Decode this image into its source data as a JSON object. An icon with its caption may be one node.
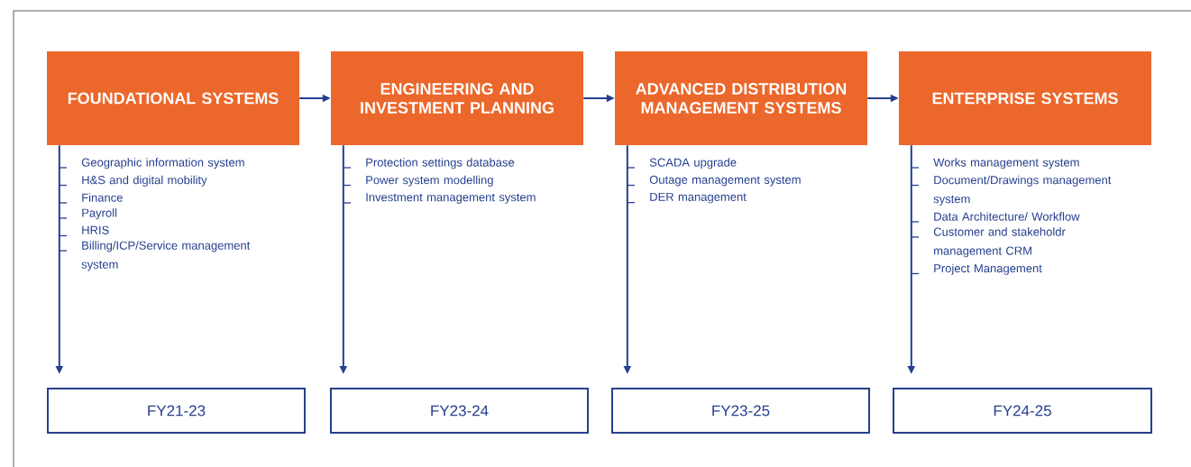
{
  "diagram": {
    "nodes": [
      {
        "text": [
          "FOUNDATIONAL SYSTEMS"
        ],
        "beside": [
          "Geographic information system",
          "H&S and digital mobility",
          "Finance",
          "Payroll",
          "HRIS",
          "Billing/ICP/Service management system"
        ]
      },
      {
        "text": [
          "ENGINEERING AND INVESTMENT PLANNING"
        ],
        "beside": [
          "Protection settings database",
          "Power system modelling",
          "Investment management system"
        ]
      },
      {
        "text": [
          "ADVANCED DISTRIBUTION MANAGEMENT SYSTEMS"
        ],
        "beside": [
          "SCADA upgrade",
          "Outage management system",
          "DER management"
        ]
      },
      {
        "text": [
          "ENTERPRISE SYSTEMS"
        ],
        "beside": [
          "Works management system",
          "Document/Drawings management system",
          "Data Architecture/ Workflow",
          "Customer and stakeholdr management CRM",
          "Project Management"
        ]
      },
      {
        "text": [
          "FY21-23"
        ]
      },
      {
        "text": [
          "FY23-24"
        ]
      },
      {
        "text": [
          "FY23-25"
        ]
      },
      {
        "text": [
          "FY24-25"
        ]
      }
    ],
    "edges": [
      {
        "from": 0,
        "to": 1,
        "arrow": "to"
      },
      {
        "from": 1,
        "to": 2,
        "arrow": "to"
      },
      {
        "from": 2,
        "to": 3,
        "arrow": "to"
      },
      {
        "from": 0,
        "to": 4,
        "arrow": "to"
      },
      {
        "from": 1,
        "to": 5,
        "arrow": "to"
      },
      {
        "from": 2,
        "to": 6,
        "arrow": "to"
      },
      {
        "from": 3,
        "to": 7,
        "arrow": "to"
      }
    ]
  }
}
